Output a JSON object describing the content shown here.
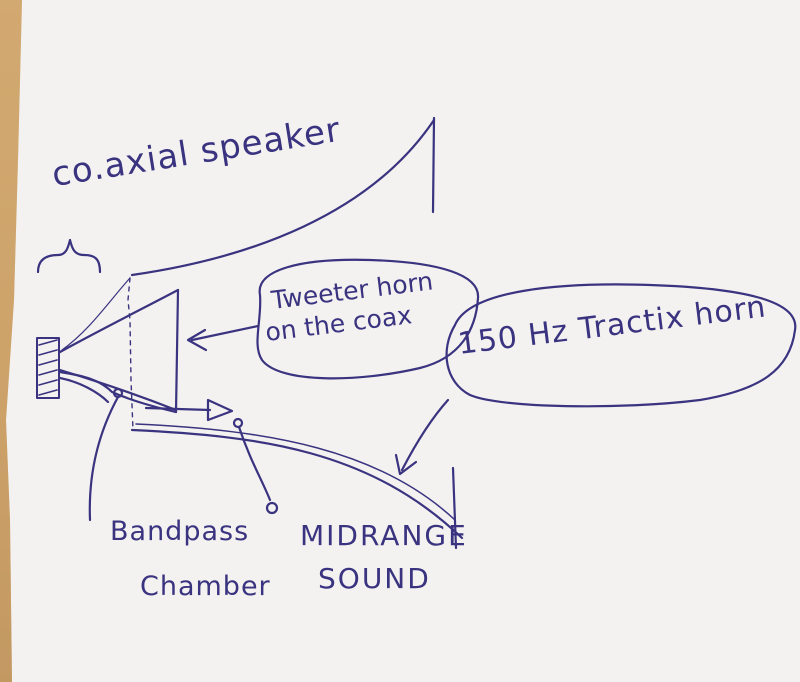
{
  "labels": {
    "coaxial": "co.axial speaker",
    "tweeter_line1": "Tweeter horn",
    "tweeter_line2": "on the coax",
    "tractix": "150 Hz Tractix horn",
    "bandpass_line1": "Bandpass",
    "bandpass_line2": "Chamber",
    "midrange_line1": "MIDRANGE",
    "midrange_line2": "SOUND"
  },
  "colors": {
    "ink": "#3a3380",
    "paper": "#f4f3f1",
    "desk": "#c9a26a"
  }
}
